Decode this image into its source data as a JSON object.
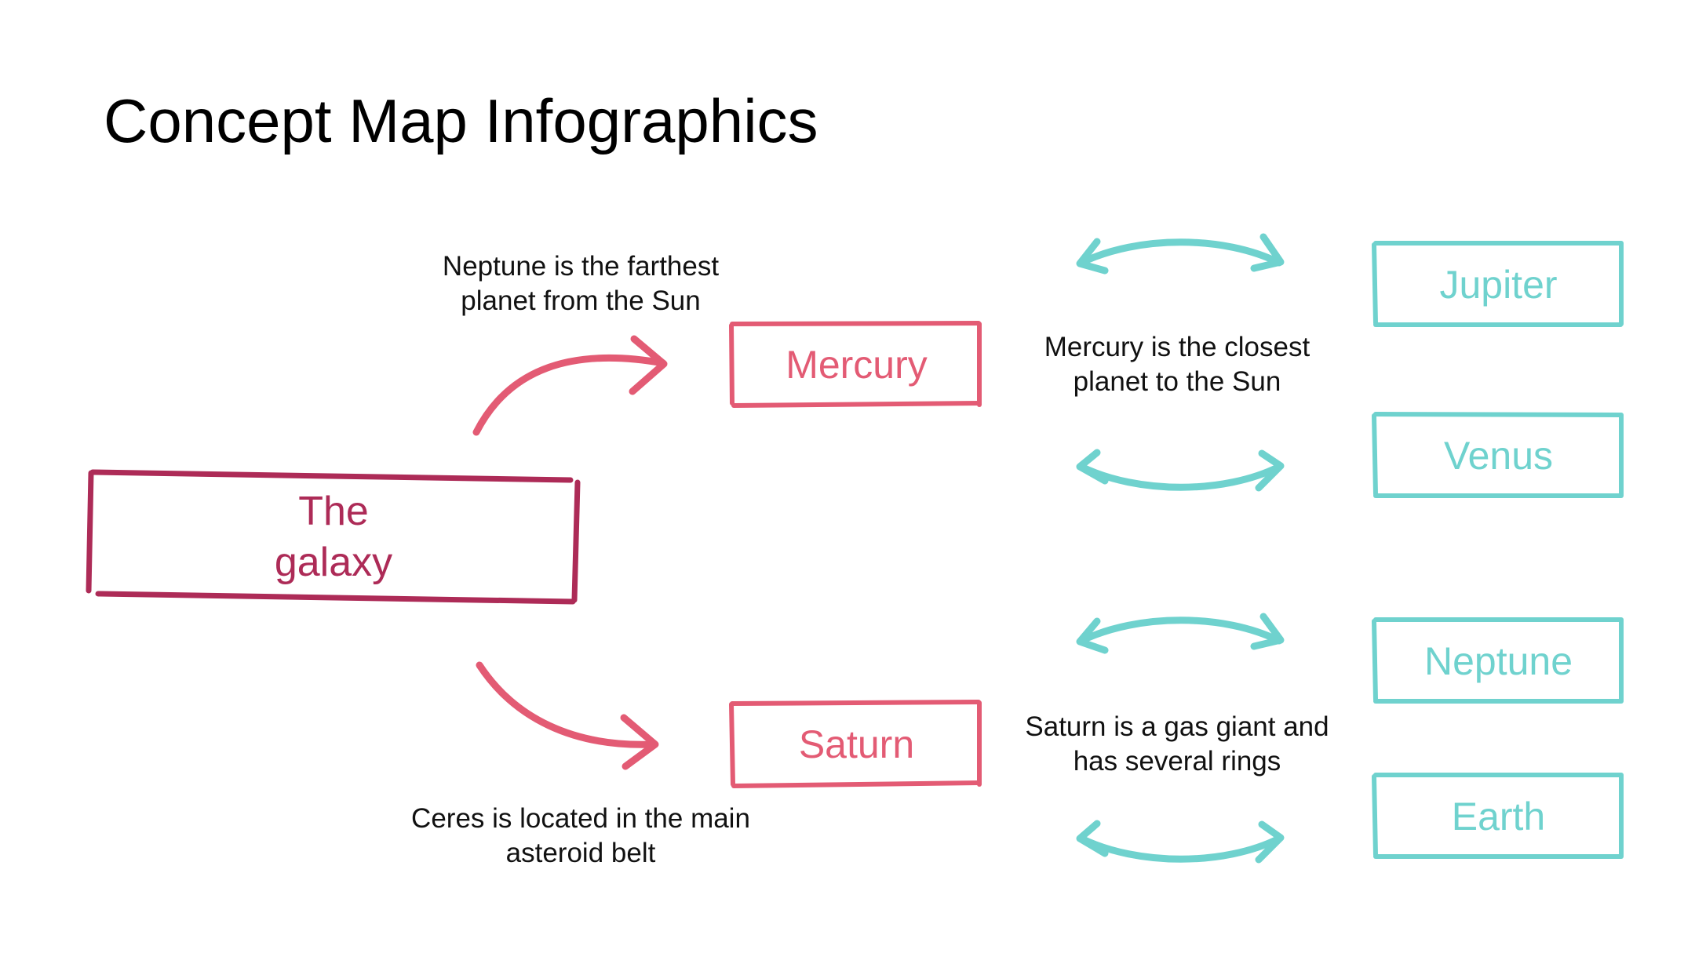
{
  "title": "Concept Map Infographics",
  "colors": {
    "root": "#ad2b57",
    "branch": "#e35b74",
    "leaf": "#6fd2ce",
    "text": "#111111"
  },
  "root_node": {
    "lines": [
      "The",
      "galaxy"
    ]
  },
  "branches": {
    "mercury": {
      "label": "Mercury"
    },
    "saturn": {
      "label": "Saturn"
    }
  },
  "captions": {
    "top": {
      "lines": [
        "Neptune is the farthest",
        "planet from the Sun"
      ]
    },
    "bottom": {
      "lines": [
        "Ceres is located in the main",
        "asteroid belt"
      ]
    },
    "mercury": {
      "lines": [
        "Mercury is the closest",
        "planet to the Sun"
      ]
    },
    "saturn": {
      "lines": [
        "Saturn is a gas giant and",
        "has several rings"
      ]
    }
  },
  "leaves": {
    "jupiter": {
      "label": "Jupiter"
    },
    "venus": {
      "label": "Venus"
    },
    "neptune": {
      "label": "Neptune"
    },
    "earth": {
      "label": "Earth"
    }
  },
  "icons": {
    "branch_arrows": "curved-arrow-icon",
    "leaf_arrows": "double-headed-arrow-icon"
  }
}
